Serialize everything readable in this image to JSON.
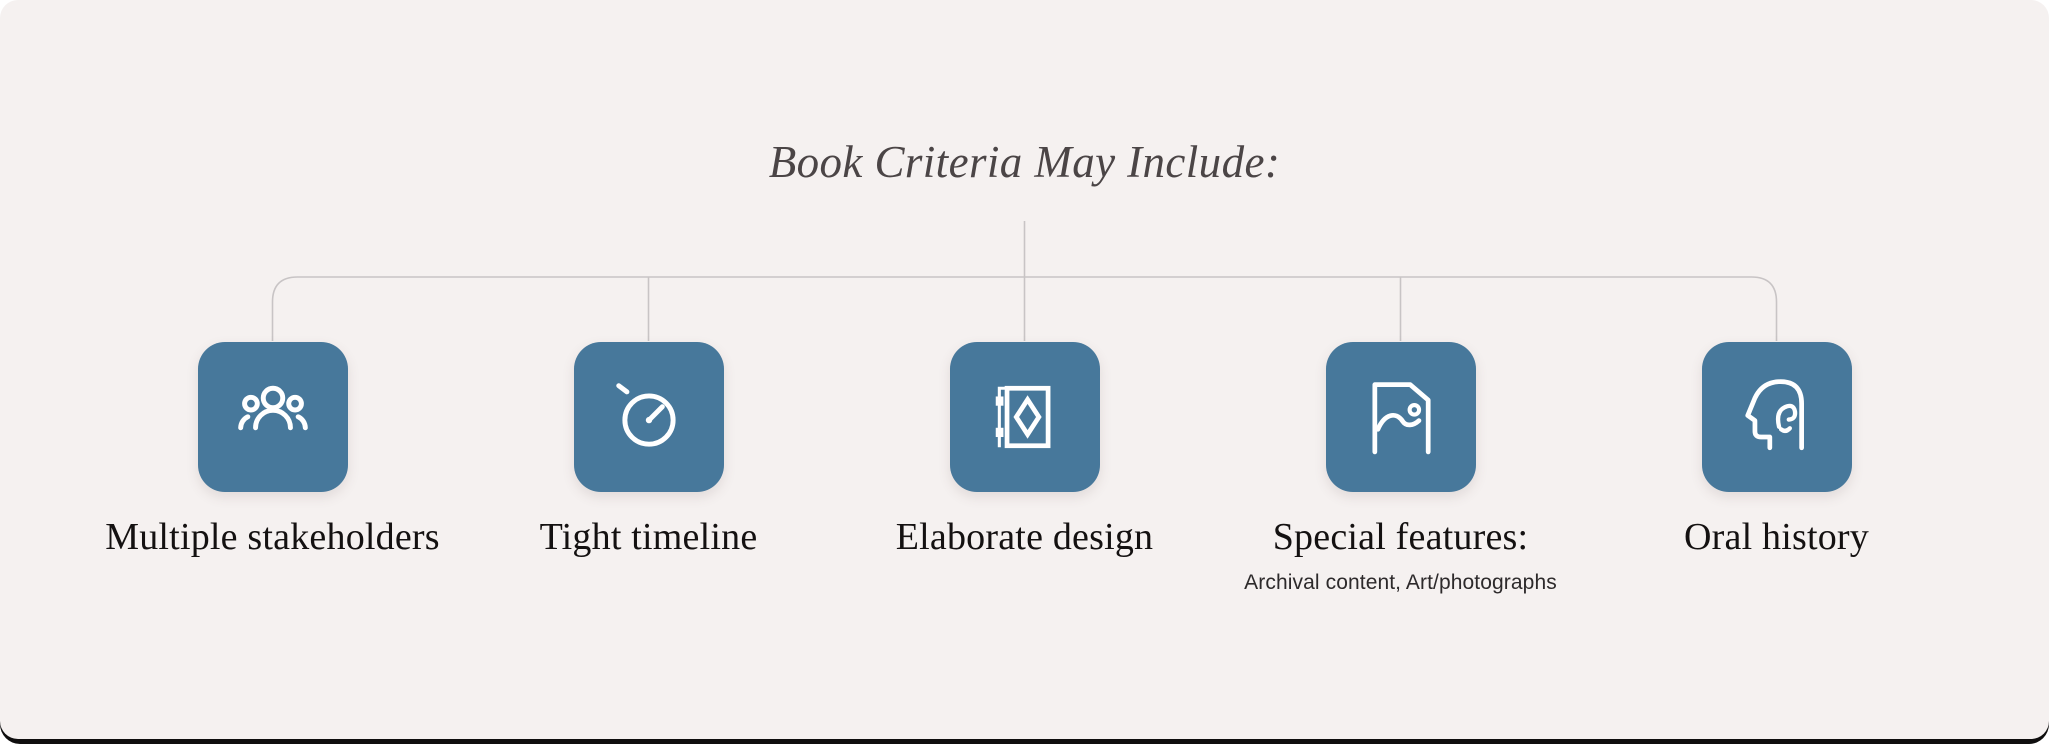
{
  "title": {
    "text": "Book Criteria May Include:"
  },
  "items": [
    {
      "label": "Multiple stakeholders",
      "icon": "people-group-icon"
    },
    {
      "label": "Tight timeline",
      "icon": "stopwatch-icon"
    },
    {
      "label": "Elaborate design",
      "icon": "ornate-book-icon"
    },
    {
      "label": "Special features:",
      "icon": "image-document-icon",
      "sublabel": "Archival content, Art/photographs"
    },
    {
      "label": "Oral history",
      "icon": "head-listening-icon"
    }
  ],
  "colors": {
    "background": "#f5f1f0",
    "tile": "#47789b",
    "icon_stroke": "#ffffff",
    "connector_line": "#c8c4c5",
    "title_text": "#4b4546",
    "label_text": "#141111",
    "sublabel_text": "#2d2a2b",
    "bottom_strip": "#0f0e0e"
  }
}
